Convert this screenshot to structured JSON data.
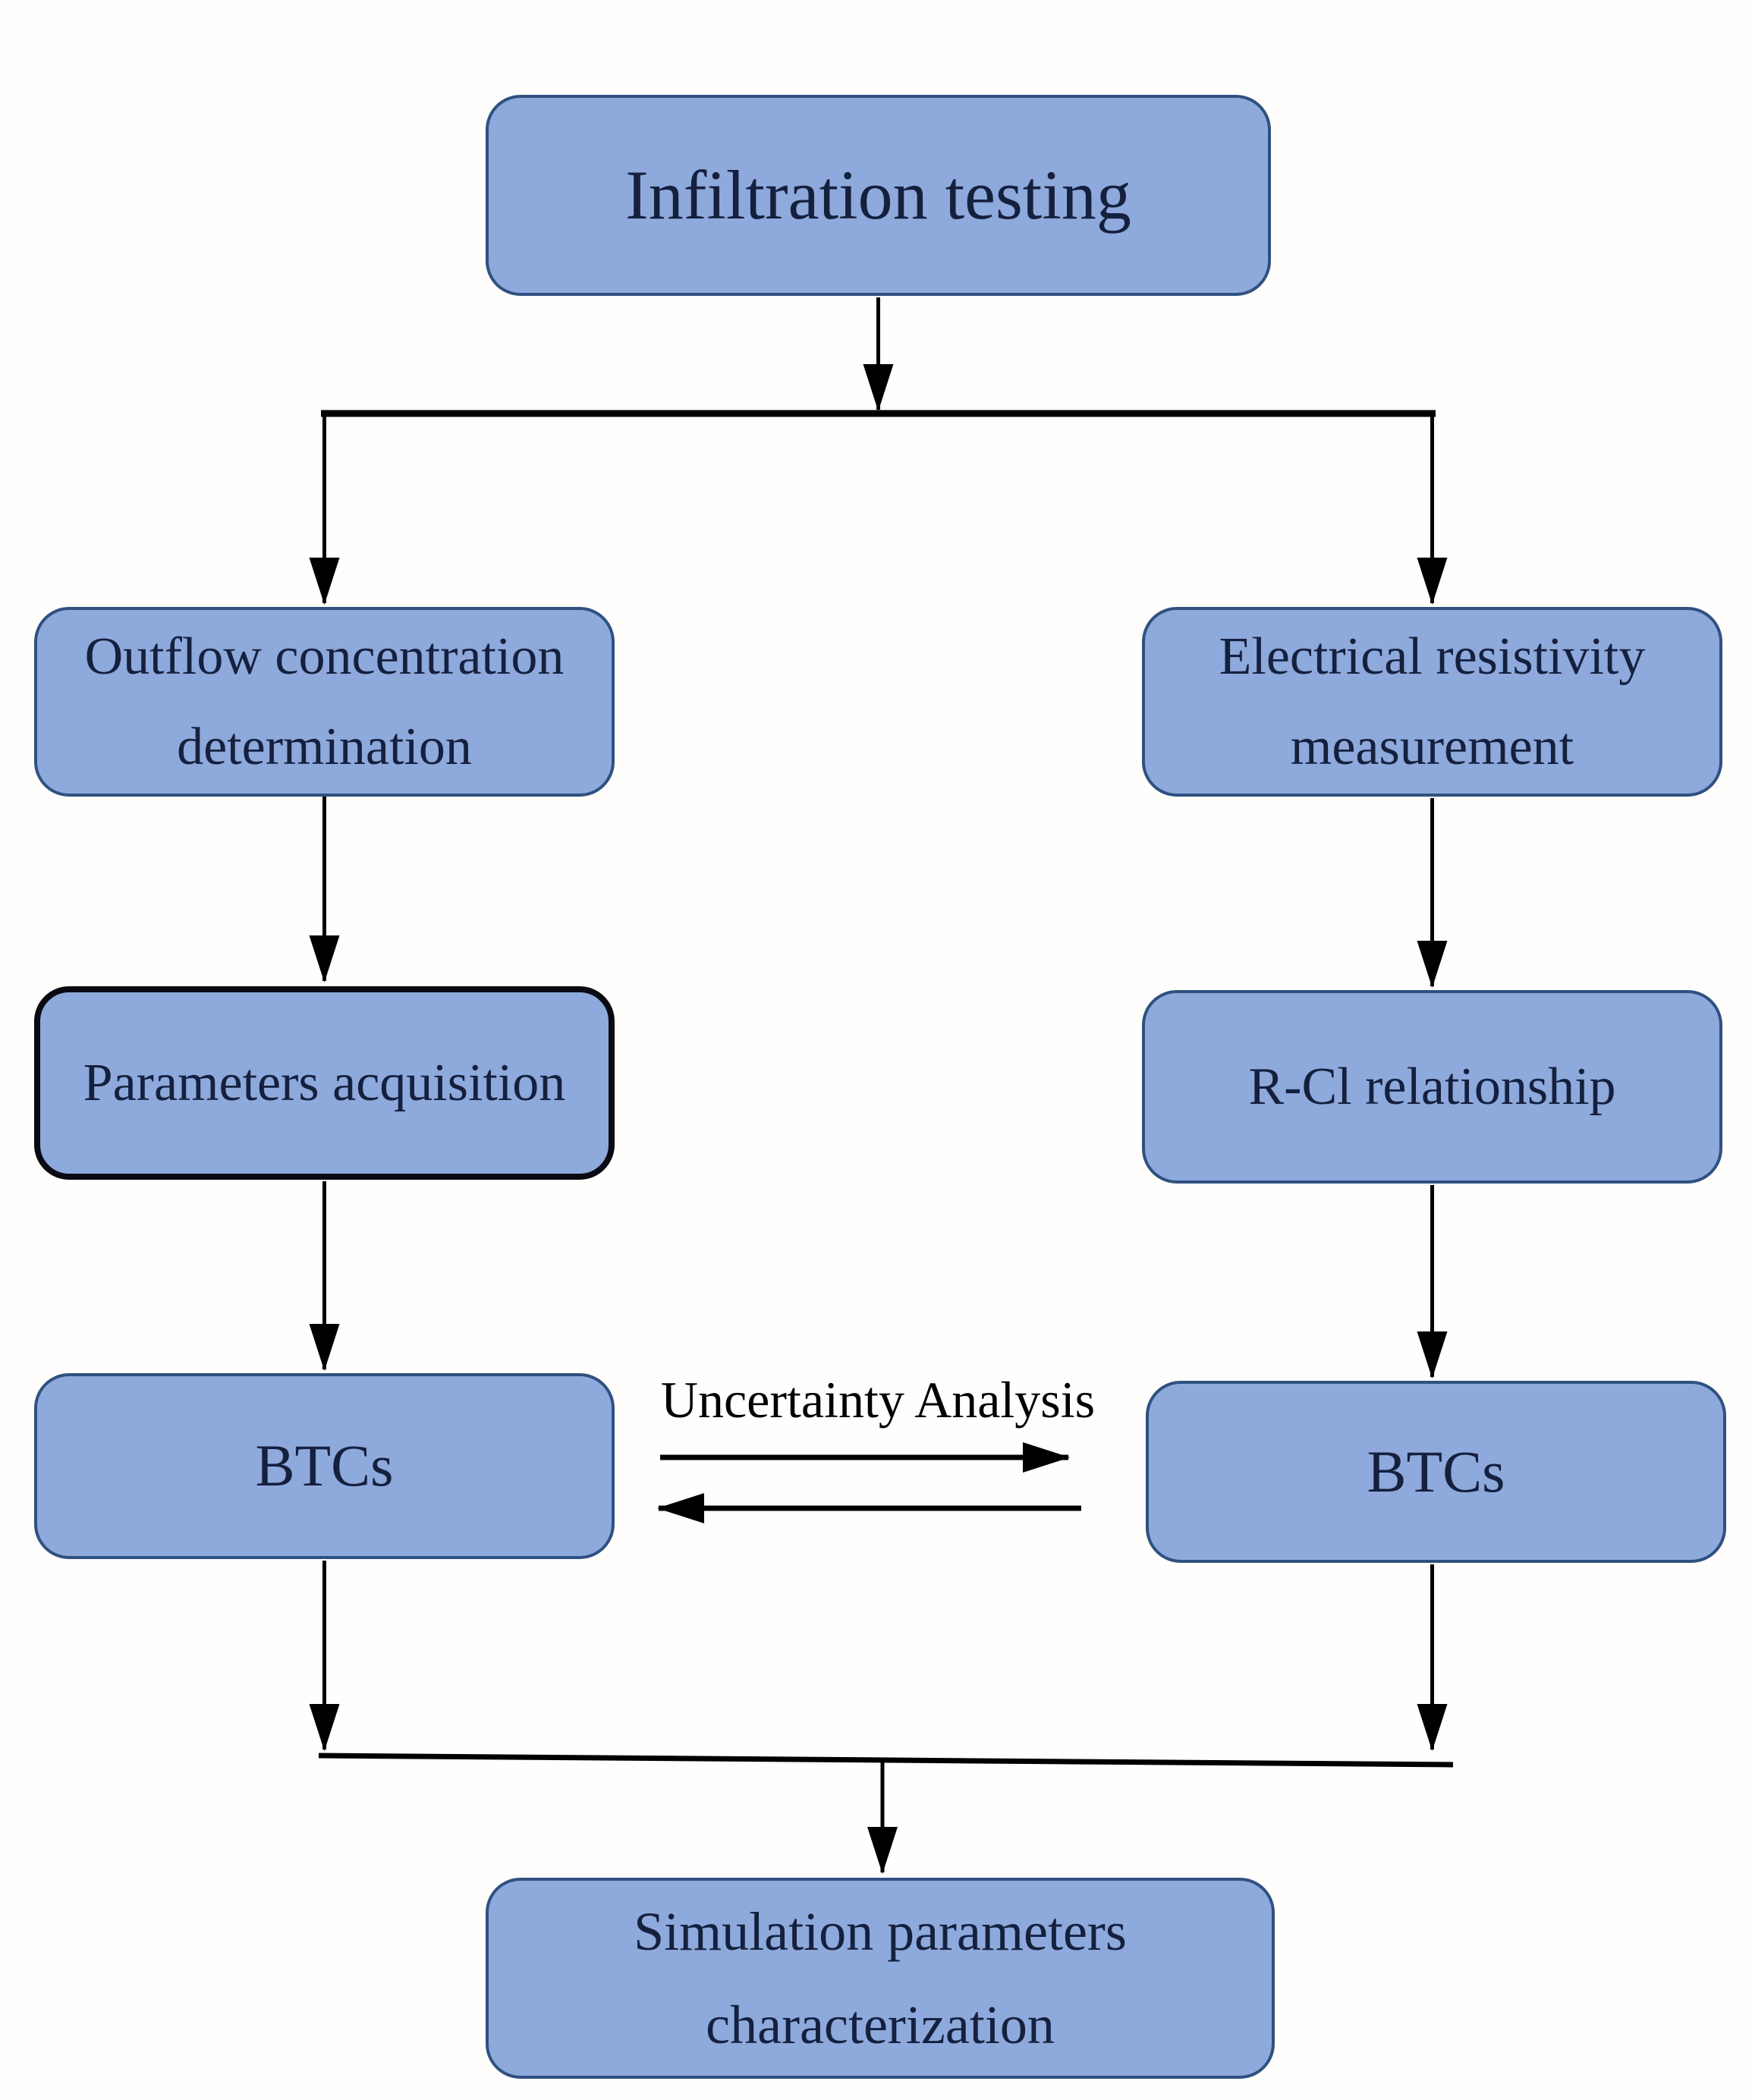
{
  "diagram": {
    "nodes": {
      "infiltration": {
        "label": "Infiltration testing"
      },
      "outflow": {
        "label": "Outflow concentration determination"
      },
      "electrical": {
        "label": "Electrical resistivity measurement"
      },
      "parameters": {
        "label": "Parameters acquisition"
      },
      "rcl": {
        "label": "R-Cl relationship"
      },
      "btcs_left": {
        "label": "BTCs"
      },
      "btcs_right": {
        "label": "BTCs"
      },
      "simulation": {
        "label": "Simulation parameters characterization"
      }
    },
    "annotations": {
      "uncertainty": "Uncertainty Analysis"
    },
    "colors": {
      "node_fill": "#8EA9DB",
      "node_border": "#2F5180",
      "emphasis_border": "#0A0A12",
      "node_text": "#15203F",
      "arrow": "#000000"
    }
  }
}
